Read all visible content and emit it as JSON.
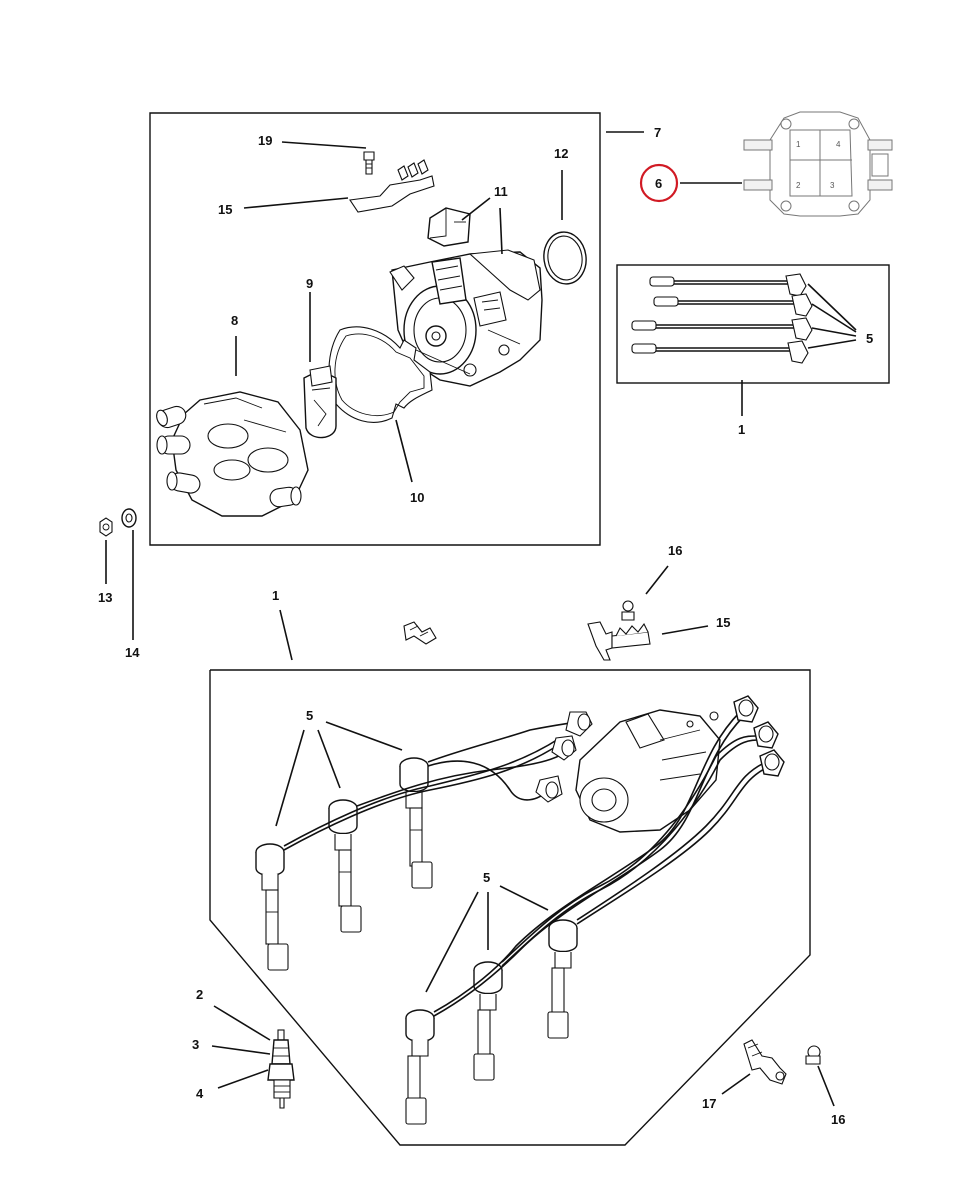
{
  "callouts": {
    "c1_top": "1",
    "c1_mid": "1",
    "c2": "2",
    "c3": "3",
    "c4": "4",
    "c5_right": "5",
    "c5_top": "5",
    "c5_bottom": "5",
    "c6": "6",
    "c7": "7",
    "c8": "8",
    "c9": "9",
    "c10": "10",
    "c11": "11",
    "c12": "12",
    "c13": "13",
    "c14": "14",
    "c15_top": "15",
    "c15_right": "15",
    "c16_top": "16",
    "c16_bottom": "16",
    "c17": "17",
    "c19": "19"
  },
  "coil_terminals": {
    "t1": "1",
    "t2": "2",
    "t3": "3",
    "t4": "4"
  },
  "colors": {
    "highlight": "#d11a24",
    "line": "#111111"
  }
}
